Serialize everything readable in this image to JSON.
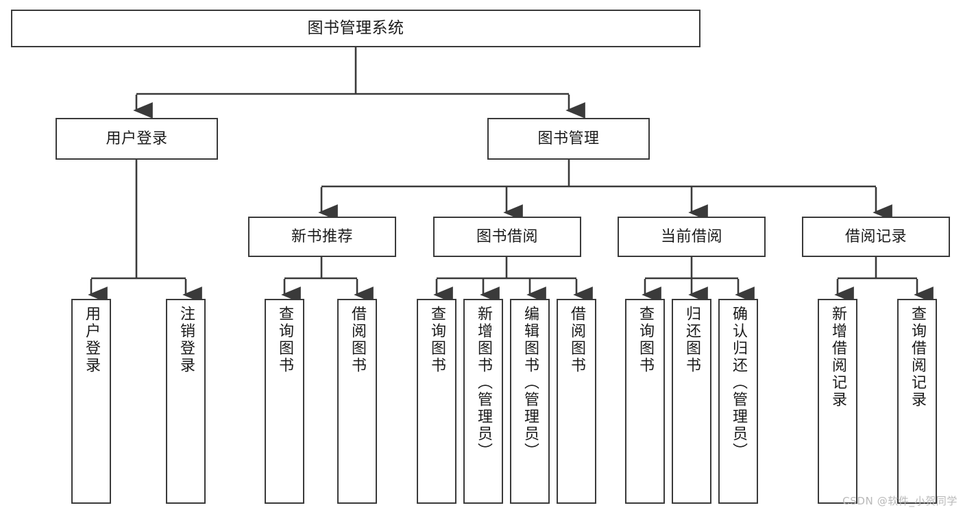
{
  "diagram": {
    "title": "图书管理系统",
    "type": "tree-hierarchy-chart",
    "background_color": "#ffffff",
    "line_color": "#3a3a3a",
    "text_color": "#1b1b1b"
  },
  "watermark": {
    "text": "CSDN @软件_小贺同学",
    "color": "#b9b9b9"
  },
  "nodes": {
    "root": {
      "label": "图书管理系统"
    },
    "level2": [
      {
        "id": "user-login",
        "label": "用户登录"
      },
      {
        "id": "book-manage",
        "label": "图书管理"
      }
    ],
    "level3": [
      {
        "id": "new-book-recommend",
        "label": "新书推荐"
      },
      {
        "id": "book-borrow",
        "label": "图书借阅"
      },
      {
        "id": "current-borrow",
        "label": "当前借阅"
      },
      {
        "id": "borrow-record",
        "label": "借阅记录"
      }
    ],
    "leaves": [
      {
        "id": "leaf-user-login",
        "label": "用户登录"
      },
      {
        "id": "leaf-logout-login",
        "label": "注销登录"
      },
      {
        "id": "leaf-query-book-rec",
        "label": "查询图书"
      },
      {
        "id": "leaf-borrow-book-rec",
        "label": "借阅图书"
      },
      {
        "id": "leaf-query-book-borrow",
        "label": "查询图书"
      },
      {
        "id": "leaf-add-book-admin",
        "label": "新增图书（管理员）"
      },
      {
        "id": "leaf-edit-book-admin",
        "label": "编辑图书（管理员）"
      },
      {
        "id": "leaf-borrow-book",
        "label": "借阅图书"
      },
      {
        "id": "leaf-query-book-current",
        "label": "查询图书"
      },
      {
        "id": "leaf-return-book",
        "label": "归还图书"
      },
      {
        "id": "leaf-confirm-return-admin",
        "label": "确认归还（管理员）"
      },
      {
        "id": "leaf-add-borrow-record",
        "label": "新增借阅记录"
      },
      {
        "id": "leaf-query-borrow-record",
        "label": "查询借阅记录"
      }
    ]
  },
  "edges": [
    {
      "from": "图书管理系统",
      "to": "用户登录"
    },
    {
      "from": "图书管理系统",
      "to": "图书管理"
    },
    {
      "from": "用户登录",
      "to": "用户登录"
    },
    {
      "from": "用户登录",
      "to": "注销登录"
    },
    {
      "from": "图书管理",
      "to": "新书推荐"
    },
    {
      "from": "图书管理",
      "to": "图书借阅"
    },
    {
      "from": "图书管理",
      "to": "当前借阅"
    },
    {
      "from": "图书管理",
      "to": "借阅记录"
    },
    {
      "from": "新书推荐",
      "to": "查询图书"
    },
    {
      "from": "新书推荐",
      "to": "借阅图书"
    },
    {
      "from": "图书借阅",
      "to": "查询图书"
    },
    {
      "from": "图书借阅",
      "to": "新增图书（管理员）"
    },
    {
      "from": "图书借阅",
      "to": "编辑图书（管理员）"
    },
    {
      "from": "图书借阅",
      "to": "借阅图书"
    },
    {
      "from": "当前借阅",
      "to": "查询图书"
    },
    {
      "from": "当前借阅",
      "to": "归还图书"
    },
    {
      "from": "当前借阅",
      "to": "确认归还（管理员）"
    },
    {
      "from": "借阅记录",
      "to": "新增借阅记录"
    },
    {
      "from": "借阅记录",
      "to": "查询借阅记录"
    }
  ]
}
